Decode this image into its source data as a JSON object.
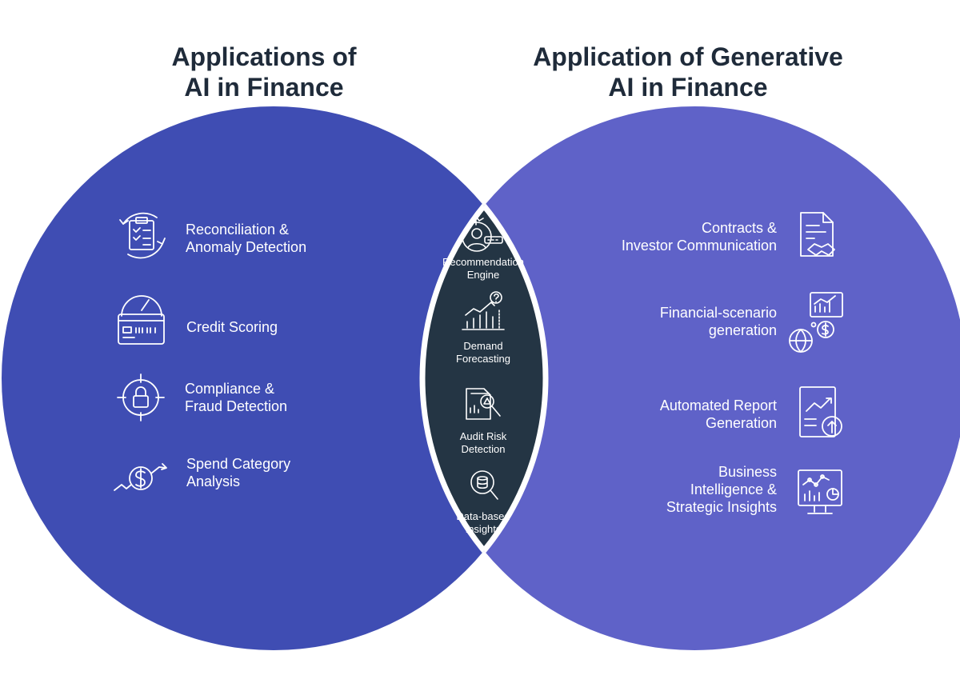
{
  "left": {
    "title": "Applications of\nAI in Finance",
    "items": [
      {
        "label": "Reconciliation &\nAnomaly Detection",
        "icon": "clipboard-checklist-icon"
      },
      {
        "label": "Credit Scoring",
        "icon": "credit-card-gauge-icon"
      },
      {
        "label": "Compliance &\nFraud Detection",
        "icon": "target-lock-icon"
      },
      {
        "label": "Spend Category\nAnalysis",
        "icon": "dollar-trend-icon"
      }
    ]
  },
  "right": {
    "title": "Application of Generative\nAI in Finance",
    "items": [
      {
        "label": "Contracts &\nInvestor Communication",
        "icon": "contract-handshake-icon"
      },
      {
        "label": "Financial-scenario\ngeneration",
        "icon": "globe-chart-dollar-icon"
      },
      {
        "label": "Automated Report\nGeneration",
        "icon": "report-upload-icon"
      },
      {
        "label": "Business\nIntelligence &\nStrategic Insights",
        "icon": "monitor-dashboard-icon"
      }
    ]
  },
  "center": {
    "items": [
      {
        "label": "Recommendation\nEngine",
        "icon": "user-recommendation-icon"
      },
      {
        "label": "Demand\nForecasting",
        "icon": "bar-chart-question-icon"
      },
      {
        "label": "Audit Risk\nDetection",
        "icon": "document-warning-icon"
      },
      {
        "label": "Data-based\nInsights",
        "icon": "database-search-icon"
      }
    ]
  },
  "colors": {
    "left_circle": "#3f4db3",
    "right_circle": "#5f62c8",
    "intersection": "#243544",
    "title_text": "#1f2b3a",
    "item_text": "#ffffff"
  }
}
